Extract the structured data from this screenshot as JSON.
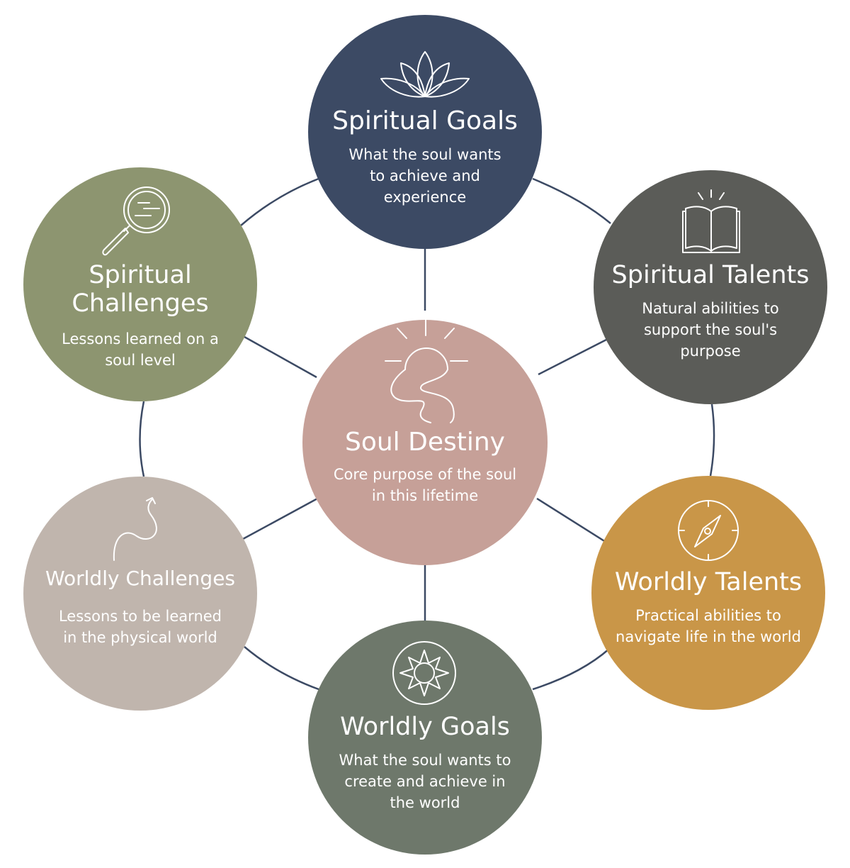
{
  "nodes": {
    "center": {
      "title": "Soul Destiny",
      "description": "Core purpose of the soul in this lifetime",
      "color": "#c6a098",
      "icon": "sunrise-path-icon"
    },
    "spiritual_goals": {
      "title": "Spiritual Goals",
      "description": "What the soul wants to achieve and experience",
      "color": "#3c4a64",
      "icon": "lotus-icon"
    },
    "spiritual_talents": {
      "title": "Spiritual Talents",
      "description": "Natural abilities to support the soul's purpose",
      "color": "#5b5c58",
      "icon": "open-book-icon"
    },
    "worldly_talents": {
      "title": "Worldly Talents",
      "description": "Practical abilities to navigate life in the world",
      "color": "#c99648",
      "icon": "compass-icon"
    },
    "worldly_goals": {
      "title": "Worldly Goals",
      "description": "What the soul wants to create and achieve in the world",
      "color": "#6e786b",
      "icon": "mandala-icon"
    },
    "worldly_challenges": {
      "title": "Worldly Challenges",
      "description": "Lessons to be learned in the physical world",
      "color": "#c0b5ad",
      "icon": "winding-arrow-icon"
    },
    "spiritual_challenges": {
      "title": "Spiritual Challenges",
      "description": "Lessons learned on a soul level",
      "color": "#8d9570",
      "icon": "magnifying-glass-icon"
    }
  },
  "connector_color": "#3c4a64"
}
